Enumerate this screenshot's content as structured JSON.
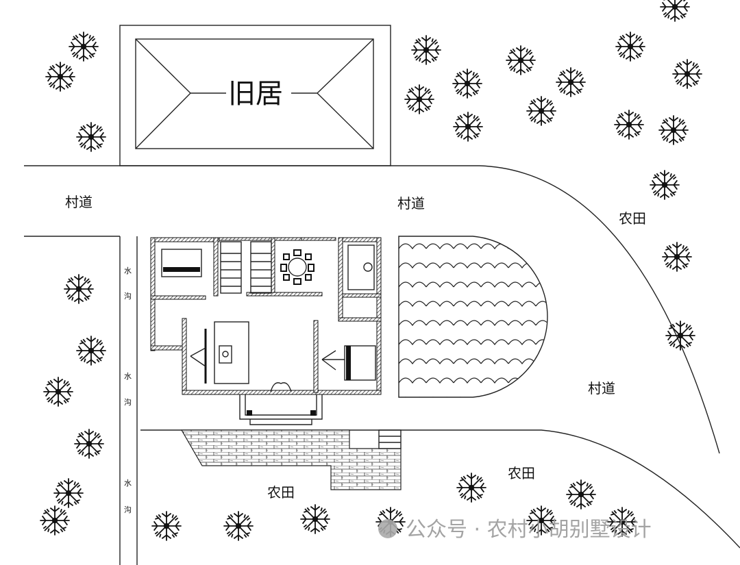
{
  "labels": {
    "old_house": "旧居",
    "village_road_left": "村道",
    "village_road_center": "村道",
    "village_road_right": "村道",
    "farmland_right": "农田",
    "farmland_bottom_center": "农田",
    "farmland_bottom_left": "农田",
    "ditch_chars": [
      "水",
      "沟"
    ]
  },
  "watermark": {
    "prefix": "公众号 · ",
    "account": "农村小胡别墅设计"
  },
  "colors": {
    "line": "#222222",
    "watermark": "#9a9a9a"
  }
}
